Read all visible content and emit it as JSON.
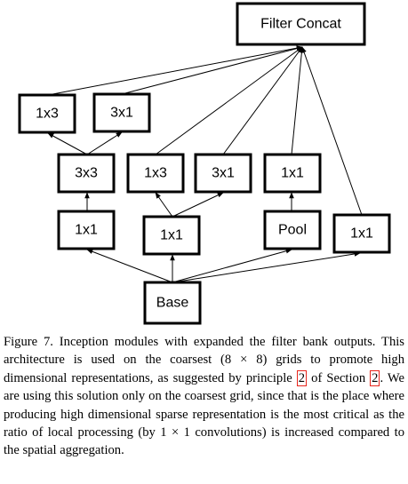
{
  "diagram": {
    "nodes": [
      {
        "id": "concat",
        "label": "Filter Concat"
      },
      {
        "id": "a_1x3",
        "label": "1x3"
      },
      {
        "id": "a_3x1",
        "label": "3x1"
      },
      {
        "id": "a_3x3",
        "label": "3x3"
      },
      {
        "id": "b_1x3",
        "label": "1x3"
      },
      {
        "id": "b_3x1",
        "label": "3x1"
      },
      {
        "id": "c_1x1",
        "label": "1x1"
      },
      {
        "id": "a_1x1",
        "label": "1x1"
      },
      {
        "id": "b_1x1",
        "label": "1x1"
      },
      {
        "id": "pool",
        "label": "Pool"
      },
      {
        "id": "d_1x1",
        "label": "1x1"
      },
      {
        "id": "base",
        "label": "Base"
      }
    ],
    "edges": [
      [
        "base",
        "a_1x1"
      ],
      [
        "base",
        "b_1x1"
      ],
      [
        "base",
        "pool"
      ],
      [
        "base",
        "d_1x1"
      ],
      [
        "a_1x1",
        "a_3x3"
      ],
      [
        "a_3x3",
        "a_1x3"
      ],
      [
        "a_3x3",
        "a_3x1"
      ],
      [
        "b_1x1",
        "b_1x3"
      ],
      [
        "b_1x1",
        "b_3x1"
      ],
      [
        "pool",
        "c_1x1"
      ],
      [
        "a_1x3",
        "concat"
      ],
      [
        "a_3x1",
        "concat"
      ],
      [
        "b_1x3",
        "concat"
      ],
      [
        "b_3x1",
        "concat"
      ],
      [
        "c_1x1",
        "concat"
      ],
      [
        "d_1x1",
        "concat"
      ]
    ]
  },
  "caption": {
    "figure_label": "Figure 7.",
    "part1": " Inception modules with expanded the filter bank outputs. This architecture is used on the coarsest (8 × 8) grids to promote high dimensional representations, as suggested by principle ",
    "ref1": "2",
    "part2": " of Section ",
    "ref2": "2",
    "part3": ". We are using this solution only on the coarsest grid, since that is the place where producing high dimensional sparse representation is the most critical as the ratio of local processing (by 1 × 1 convolutions) is increased compared to the spatial aggregation."
  }
}
